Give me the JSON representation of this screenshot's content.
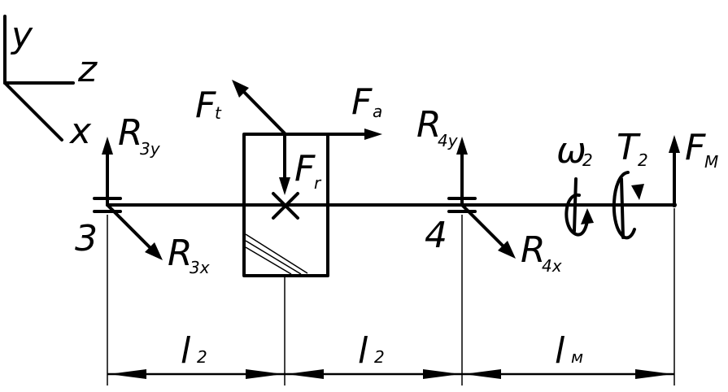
{
  "axes": {
    "y": "y",
    "z": "z",
    "x": "x"
  },
  "forces": {
    "Ft": {
      "main": "F",
      "sub": "t"
    },
    "Fa": {
      "main": "F",
      "sub": "a"
    },
    "Fr": {
      "main": "F",
      "sub": "r"
    },
    "FM": {
      "main": "F",
      "sub": "M"
    }
  },
  "reactions": {
    "R3y": {
      "main": "R",
      "sub": "3y"
    },
    "R3x": {
      "main": "R",
      "sub": "3x"
    },
    "R4y": {
      "main": "R",
      "sub": "4y"
    },
    "R4x": {
      "main": "R",
      "sub": "4x"
    }
  },
  "supports": {
    "s3": "3",
    "s4": "4"
  },
  "rotation": {
    "omega": {
      "main": "ω",
      "sub": "2"
    },
    "torque": {
      "main": "T",
      "sub": "2"
    }
  },
  "dimensions": {
    "d1": {
      "main": "l",
      "sub": "2"
    },
    "d2": {
      "main": "l",
      "sub": "2"
    },
    "d3": {
      "main": "l",
      "sub": "м"
    }
  }
}
